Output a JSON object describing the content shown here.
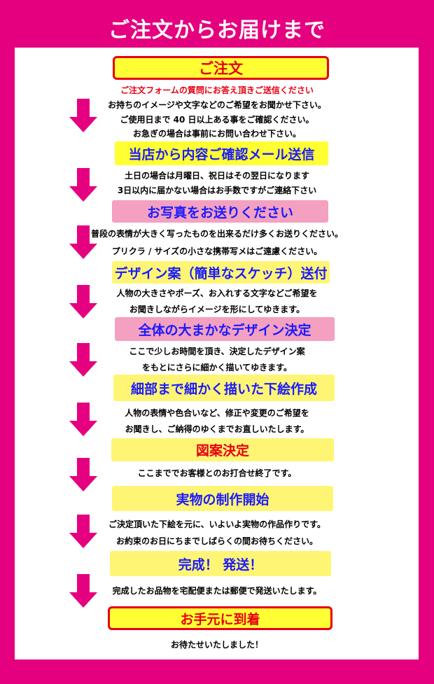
{
  "title": "ご注文からお届けまで",
  "colors": {
    "background": "#e4007f",
    "arrow": "#e4007f",
    "accent_red": "#e60012",
    "accent_blue": "#1a1aff",
    "yellow": "#ffff33",
    "pale_yellow": "#fff575",
    "pink": "#f4a0c0"
  },
  "steps": [
    {
      "label": "ご注文",
      "notes": [
        "ご注文フォームの質問にお答え頂きご送信ください",
        "お持ちのイメージや文字などのご希望をお聞かせ下さい。",
        "ご使用日まで 40 日以上ある事をご確認ください。",
        "お急ぎの場合は事前にお問い合わせ下さい。"
      ]
    },
    {
      "label": "当店から内容ご確認メール送信",
      "notes": [
        "土日の場合は月曜日、祝日はその翌日になります",
        "3日以内に届かない場合はお手数ですがご連絡下さい"
      ]
    },
    {
      "label": "お写真をお送りください",
      "notes": [
        "普段の表情が大きく写ったものを出来るだけ多くお送りください。",
        "プリクラ / サイズの小さな携帯写メはご遠慮ください。"
      ]
    },
    {
      "label": "デザイン案（簡単なスケッチ）送付",
      "notes": [
        "人物の大きさやポーズ、お入れする文字などご希望を",
        "お聞きしながらイメージを形にしてゆきます。"
      ]
    },
    {
      "label": "全体の大まかなデザイン決定",
      "notes": [
        "ここで少しお時間を頂き、決定したデザイン案",
        "をもとにさらに細かく描いてゆきます。"
      ]
    },
    {
      "label": "細部まで細かく描いた下絵作成",
      "notes": [
        "人物の表情や色合いなど、修正や変更のご希望を",
        "お聞きし、ご納得のゆくまでお直しいたします。"
      ]
    },
    {
      "label": "図案決定",
      "notes": [
        "ここまででお客様とのお打合せ終了です。"
      ]
    },
    {
      "label": "実物の制作開始",
      "notes": [
        "ご決定頂いた下絵を元に、いよいよ実物の作品作りです。",
        "お約束のお日にちまでしばらくの間お待ちください。"
      ]
    },
    {
      "label": "完成！ 発送！",
      "notes": [
        "完成したお品物を宅配便または郵便で発送いたします。"
      ]
    },
    {
      "label": "お手元に到着",
      "notes": [
        "お待たせいたしました！"
      ]
    }
  ]
}
